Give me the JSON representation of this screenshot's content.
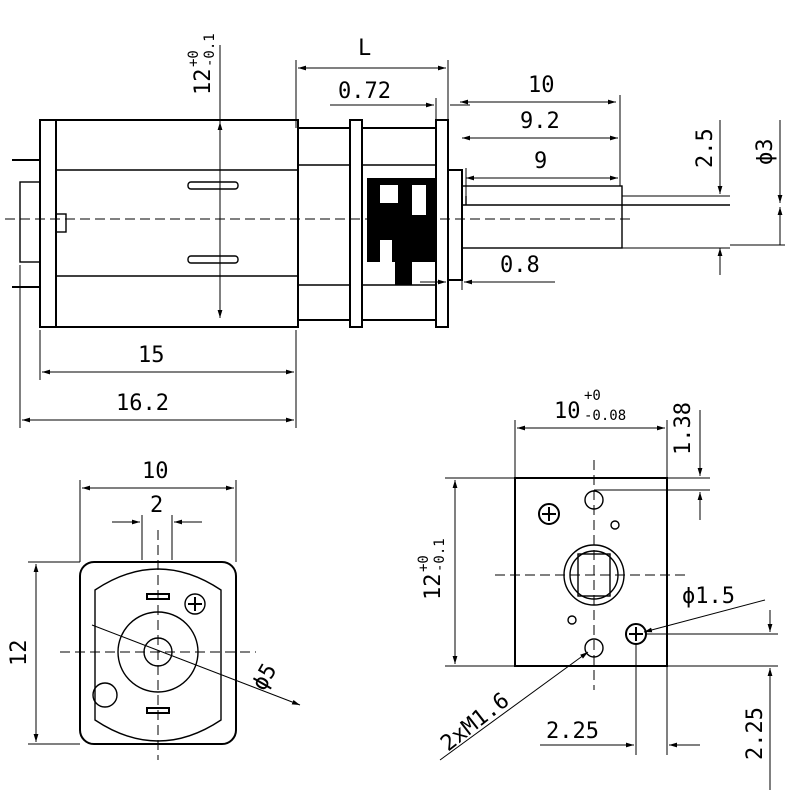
{
  "dims": {
    "L": "L",
    "d072": "0.72",
    "d10": "10",
    "d92": "9.2",
    "d9": "9",
    "d25": "2.5",
    "phi3": "ϕ3",
    "d08": "0.8",
    "d15": "15",
    "d162": "16.2",
    "h12": "12",
    "tol_up": "+0",
    "tol_dn": "-0.1",
    "w10_bottom": "10",
    "d2": "2",
    "left12": "12",
    "phi5": "ϕ5",
    "w10_right": "10",
    "tol_dn2": "-0.08",
    "d138": "1.38",
    "phi15": "ϕ1.5",
    "screws": "2xM1.6",
    "d225a": "2.25",
    "d225b": "2.25"
  }
}
